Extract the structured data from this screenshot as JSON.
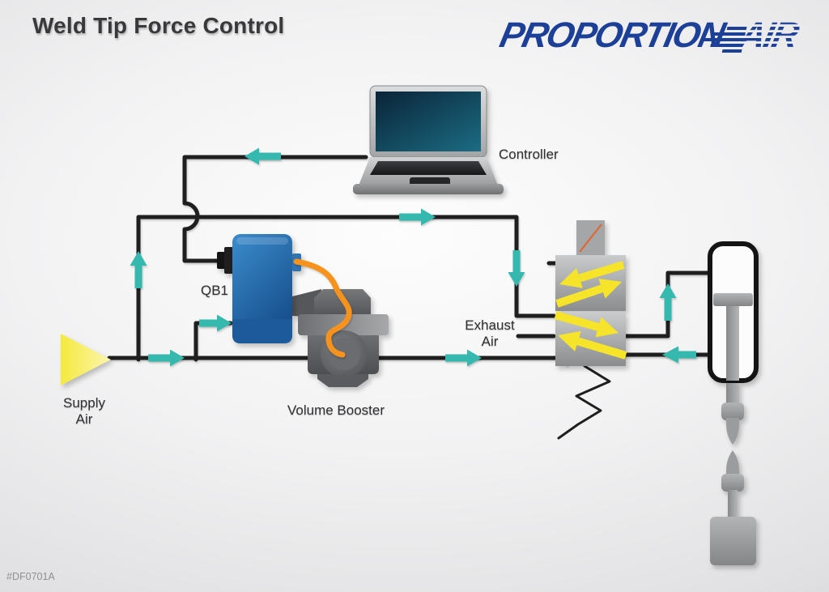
{
  "header": {
    "title": "Weld Tip Force Control",
    "doc_number": "#DF0701A"
  },
  "logo": {
    "brand": "PROPORTION",
    "suffix": "AIR"
  },
  "diagram": {
    "labels": {
      "controller": "Controller",
      "qb1": "QB1",
      "supply_air": "Supply Air",
      "volume_booster": "Volume Booster",
      "exhaust_air": "Exhaust Air"
    },
    "colors": {
      "line": "#1f1f1f",
      "flow_arrow": "#35b8ad",
      "valve_arrow": "#f5e42a",
      "signal_cable": "#f6921e",
      "logo_blue": "#1c3f97",
      "qb1_blue": "#2a74b4",
      "supply_yellow": "#f5e93c"
    }
  }
}
